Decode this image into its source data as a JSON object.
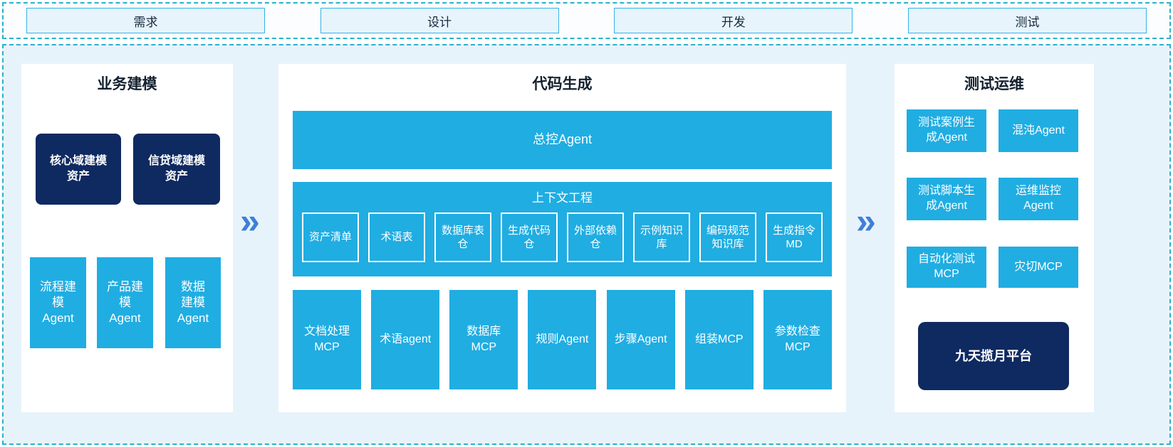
{
  "phases": [
    "需求",
    "设计",
    "开发",
    "测试"
  ],
  "icons": {
    "flow_arrow": "»"
  },
  "business": {
    "title": "业务建模",
    "assets": [
      "核心域建模资产",
      "信贷域建模资产"
    ],
    "agents": [
      "流程建模Agent",
      "产品建模Agent",
      "数据建模Agent"
    ]
  },
  "codegen": {
    "title": "代码生成",
    "master_agent": "总控Agent",
    "context": {
      "title": "上下文工程",
      "items": [
        "资产清单",
        "术语表",
        "数据库表仓",
        "生成代码仓",
        "外部依赖仓",
        "示例知识库",
        "编码规范知识库",
        "生成指令MD"
      ]
    },
    "tools": [
      "文档处理MCP",
      "术语agent",
      "数据库MCP",
      "规则Agent",
      "步骤Agent",
      "组装MCP",
      "参数检查MCP"
    ]
  },
  "testops": {
    "title": "测试运维",
    "cells": [
      "测试案例生成Agent",
      "混沌Agent",
      "测试脚本生成Agent",
      "运维监控Agent",
      "自动化测试MCP",
      "灾切MCP"
    ],
    "platform": "九天揽月平台"
  },
  "colors": {
    "cyan_box": "#20ade2",
    "navy_box": "#0e2a61",
    "dashed_border": "#2ab2cb",
    "area_background": "#e7f3fb",
    "phase_box_bg": "#e7f4fc",
    "phase_box_border": "#36b2e4",
    "arrow": "#3f7fd8"
  }
}
